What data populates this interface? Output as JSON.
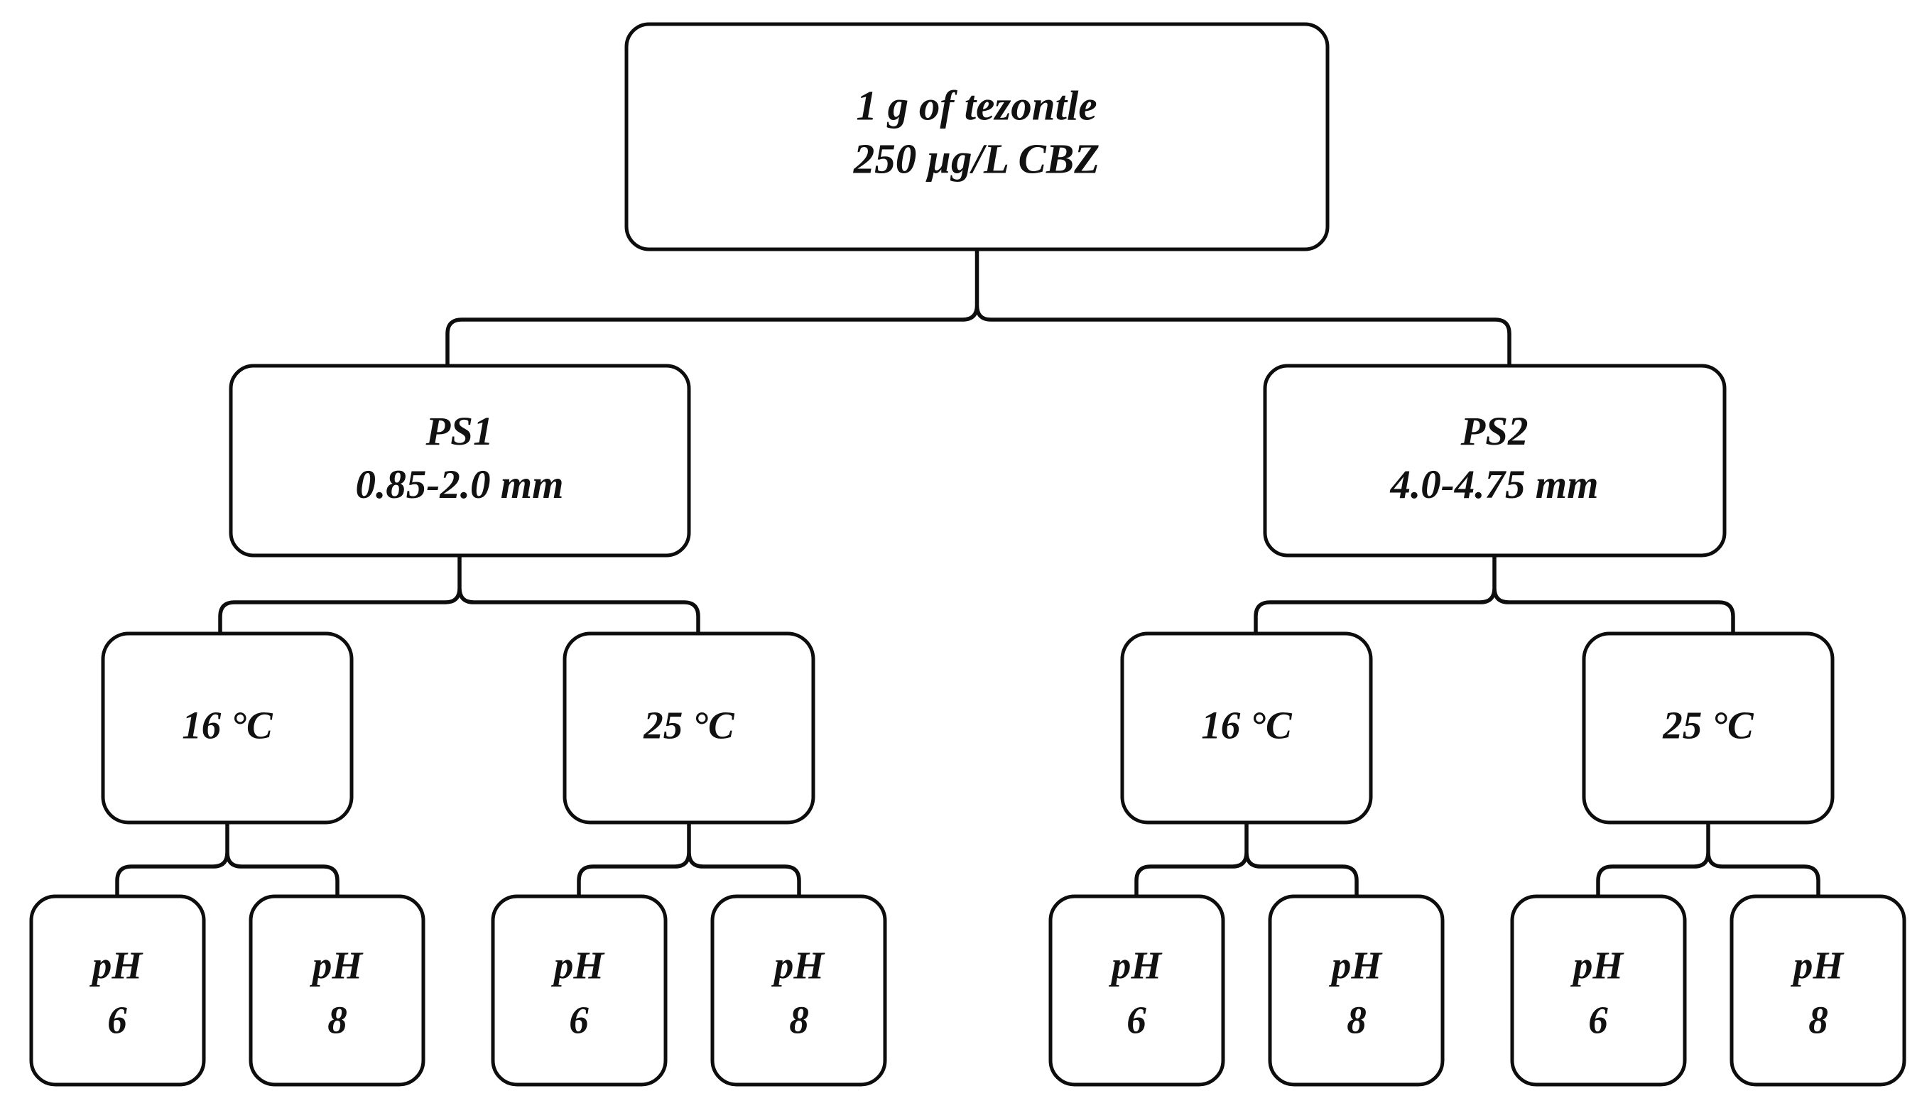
{
  "diagram": {
    "type": "experimental-design-tree",
    "orientation": "top-down",
    "style": {
      "box_fill": "#ffffff",
      "box_stroke": "#0d0d0d",
      "connector_stroke": "#0d0d0d",
      "background": "#ffffff",
      "text_color": "#111111"
    },
    "root": {
      "id": "root",
      "line1": "1 g of tezontle",
      "line2": "250 µg/L CBZ"
    },
    "particle_sizes": [
      {
        "id": "ps1",
        "line1": "PS1",
        "line2": "0.85-2.0 mm"
      },
      {
        "id": "ps2",
        "line1": "PS2",
        "line2": "4.0-4.75 mm"
      }
    ],
    "temperatures": [
      {
        "id": "ps1-t16",
        "label": "16 °C",
        "parent": "ps1"
      },
      {
        "id": "ps1-t25",
        "label": "25 °C",
        "parent": "ps1"
      },
      {
        "id": "ps2-t16",
        "label": "16 °C",
        "parent": "ps2"
      },
      {
        "id": "ps2-t25",
        "label": "25 °C",
        "parent": "ps2"
      }
    ],
    "ph_levels": [
      {
        "id": "ps1-t16-ph6",
        "line1": "pH",
        "line2": "6",
        "parent": "ps1-t16"
      },
      {
        "id": "ps1-t16-ph8",
        "line1": "pH",
        "line2": "8",
        "parent": "ps1-t16"
      },
      {
        "id": "ps1-t25-ph6",
        "line1": "pH",
        "line2": "6",
        "parent": "ps1-t25"
      },
      {
        "id": "ps1-t25-ph8",
        "line1": "pH",
        "line2": "8",
        "parent": "ps1-t25"
      },
      {
        "id": "ps2-t16-ph6",
        "line1": "pH",
        "line2": "6",
        "parent": "ps2-t16"
      },
      {
        "id": "ps2-t16-ph8",
        "line1": "pH",
        "line2": "8",
        "parent": "ps2-t16"
      },
      {
        "id": "ps2-t25-ph6",
        "line1": "pH",
        "line2": "6",
        "parent": "ps2-t25"
      },
      {
        "id": "ps2-t25-ph8",
        "line1": "pH",
        "line2": "8",
        "parent": "ps2-t25"
      }
    ]
  }
}
